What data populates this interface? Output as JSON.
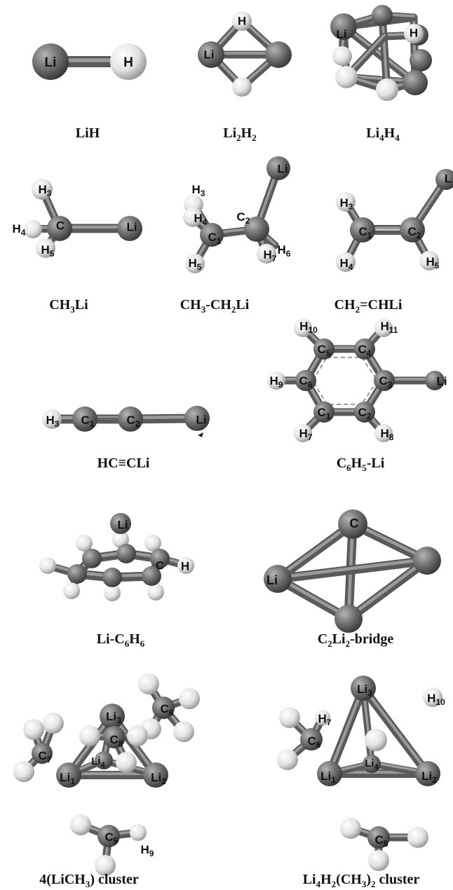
{
  "panels": [
    {
      "id": "lih",
      "caption": [
        "Li",
        "H"
      ],
      "labels": [
        "Li",
        "H"
      ]
    },
    {
      "id": "li2h2",
      "caption": [
        "Li",
        "_2",
        "H",
        "_2"
      ],
      "labels": [
        "H",
        "Li"
      ]
    },
    {
      "id": "li4h4",
      "caption": [
        "Li",
        "_4",
        "H",
        "_4"
      ],
      "labels": [
        "Li",
        "H"
      ]
    },
    {
      "id": "ch3li",
      "caption": [
        "CH",
        "_3",
        "Li"
      ],
      "labels": [
        "H3",
        "H4",
        "H5",
        "C",
        "Li"
      ]
    },
    {
      "id": "c2h5li",
      "caption": [
        "CH",
        "_3",
        "-CH",
        "_2",
        "Li"
      ],
      "labels": [
        "Li",
        "H3",
        "H4",
        "C2",
        "C1",
        "H6",
        "H5",
        "H7"
      ]
    },
    {
      "id": "c2h3li",
      "caption": [
        "CH",
        "_2",
        "=CHLi"
      ],
      "labels": [
        "L",
        "H3",
        "C1",
        "C2",
        "H4",
        "H5"
      ]
    },
    {
      "id": "hccli",
      "caption": [
        "HC≡CLi"
      ],
      "labels": [
        "H3",
        "C1",
        "C2",
        "Li"
      ]
    },
    {
      "id": "c6h5li",
      "caption": [
        "C",
        "_6",
        "H",
        "_5",
        "-Li"
      ],
      "labels": [
        "H10",
        "H11",
        "C5",
        "C4",
        "H9",
        "C6",
        "C3",
        "Li",
        "C1",
        "C2",
        "H7",
        "H8"
      ]
    },
    {
      "id": "lic6h6",
      "caption": [
        "Li-C",
        "_6",
        "H",
        "_6"
      ],
      "labels": [
        "Li",
        "C",
        "H"
      ]
    },
    {
      "id": "c2li2",
      "caption": [
        "C",
        "_2",
        "Li",
        "_2",
        "-bridge"
      ],
      "labels": [
        "C",
        "Li"
      ]
    },
    {
      "id": "li4ch3",
      "caption": [
        "4(LiCH",
        "_3",
        ") cluster"
      ],
      "labels": [
        "Li3",
        "C6",
        "C7",
        "C8",
        "Li4",
        "Li1",
        "Li2",
        "C5",
        "H9"
      ]
    },
    {
      "id": "li4h2ch3",
      "caption": [
        "Li",
        "_4",
        "H",
        "_2",
        "(CH",
        "_3",
        ")",
        "_2",
        " cluster"
      ],
      "labels": [
        "H7",
        "Li3",
        "H10",
        "C6",
        "Li4",
        "Li1",
        "Li2",
        "C5"
      ]
    }
  ]
}
